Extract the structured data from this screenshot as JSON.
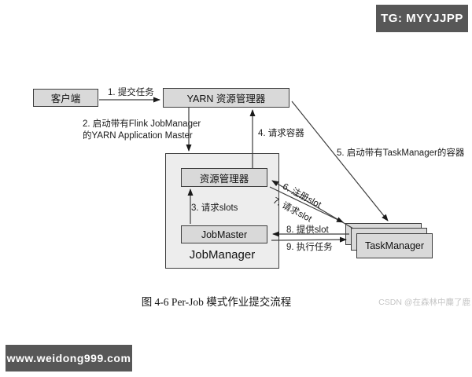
{
  "badges": {
    "telegram": "TG: MYYJJPP",
    "website": "www.weidong999.com"
  },
  "caption": "图 4-6 Per-Job 模式作业提交流程",
  "watermark": "CSDN @在森林中麋了鹿",
  "nodes": {
    "client": "客户端",
    "yarn_rm": "YARN 资源管理器",
    "flink_rm": "资源管理器",
    "jobmaster": "JobMaster",
    "jobmanager": "JobManager",
    "taskmanager": "TaskManager"
  },
  "edges": {
    "e1": "1. 提交任务",
    "e2_line1": "2. 启动带有Flink JobManager",
    "e2_line2": "的YARN Application Master",
    "e3": "3. 请求slots",
    "e4": "4. 请求容器",
    "e5": "5. 启动带有TaskManager的容器",
    "e6": "6. 注册slot",
    "e7": "7. 请求slot",
    "e8": "8. 提供slot",
    "e9": "9. 执行任务"
  },
  "colors": {
    "box_fill": "#d9d9d9",
    "container_fill": "#ededed",
    "box_border": "#3d3d3d",
    "line_color": "#3d3d3d",
    "badge_bg": "#575757",
    "badge_text": "#ffffff",
    "watermark_color": "#c5c5c5"
  }
}
